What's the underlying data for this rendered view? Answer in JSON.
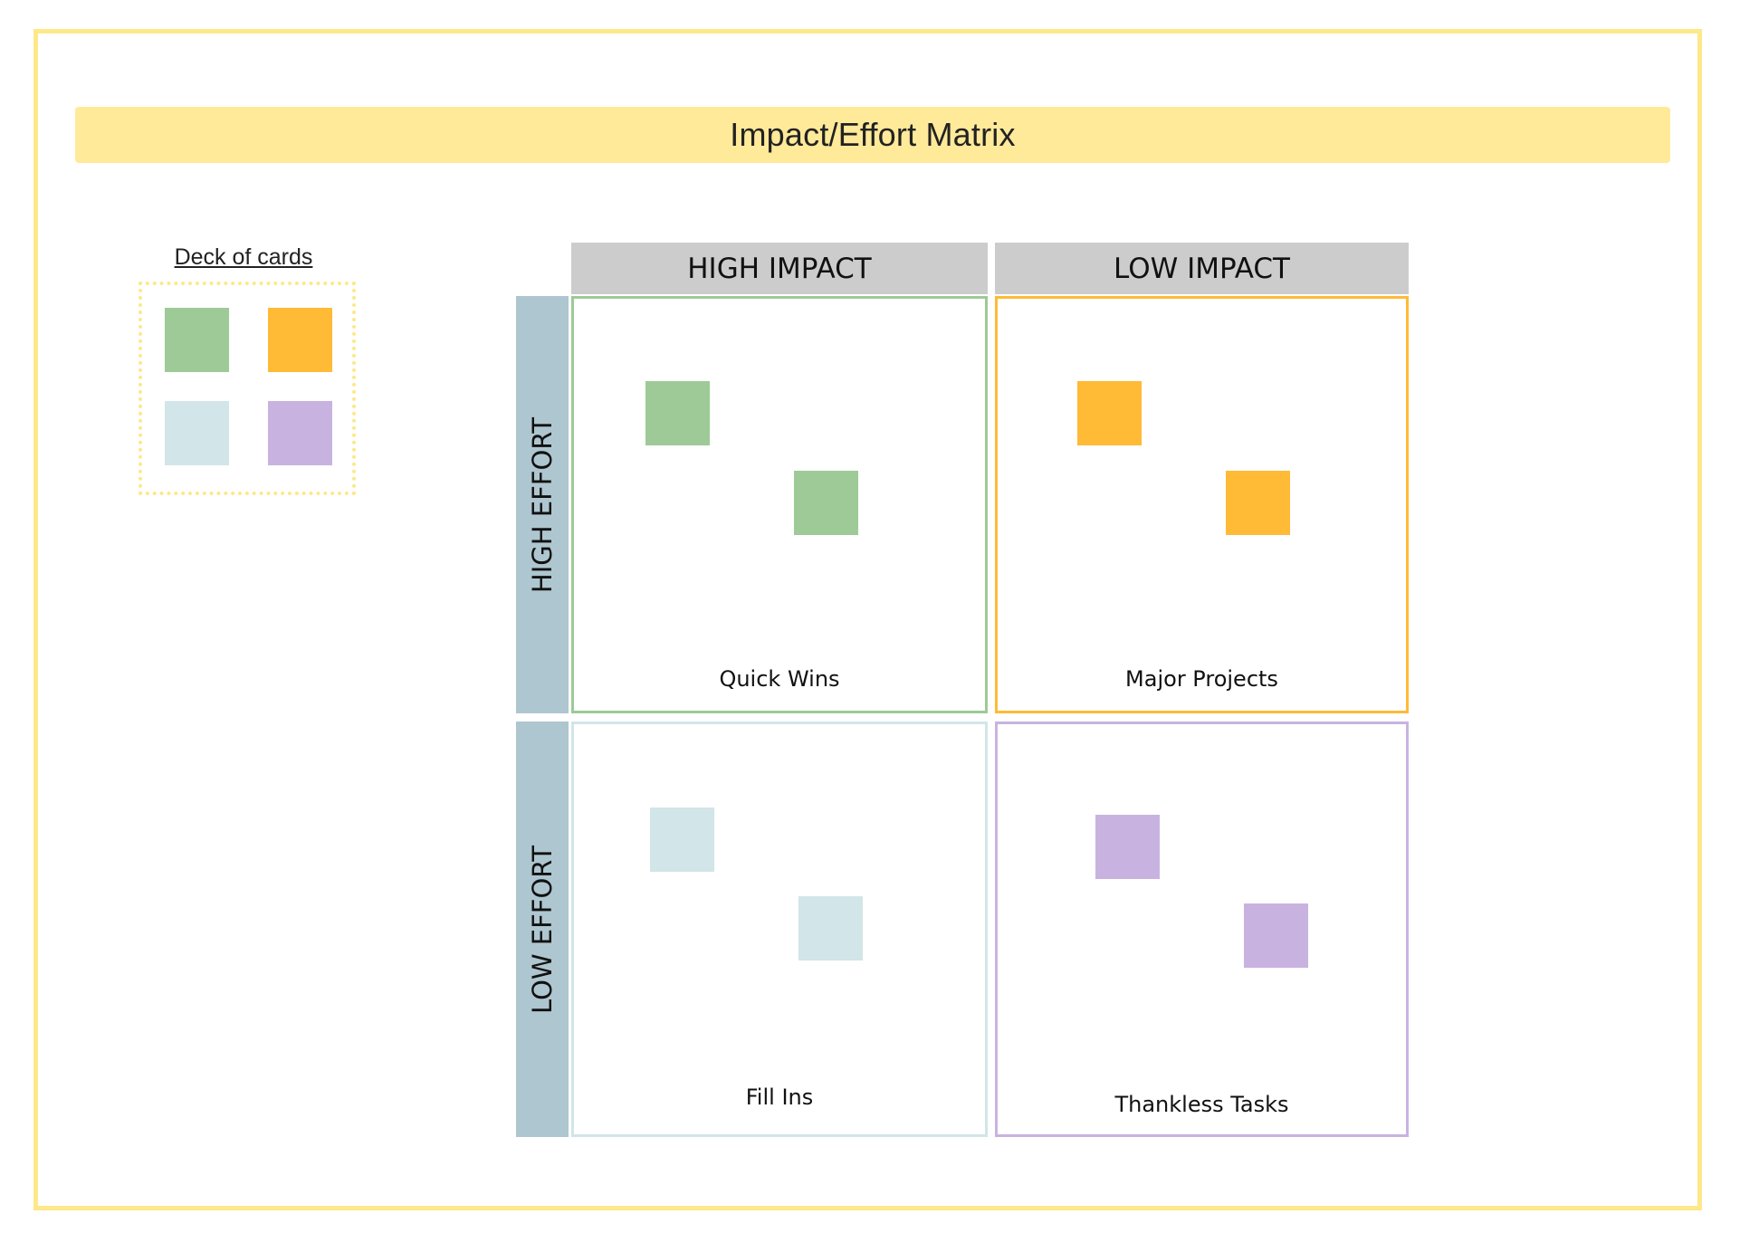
{
  "title": "Impact/Effort Matrix",
  "colors": {
    "frame_border": "#fde88a",
    "title_background": "#ffea9a",
    "header_gray": "#cccccc",
    "row_header_blue": "#aec6d0",
    "green": "#9dca96",
    "orange": "#ffba36",
    "light_blue": "#d2e5e8",
    "purple": "#c8b3e0"
  },
  "deck": {
    "label": "Deck of cards",
    "cards": [
      {
        "color": "#9dca96"
      },
      {
        "color": "#ffba36"
      },
      {
        "color": "#d2e5e8"
      },
      {
        "color": "#c8b3e0"
      }
    ]
  },
  "matrix": {
    "columns": [
      {
        "label": "HIGH IMPACT"
      },
      {
        "label": "LOW IMPACT"
      }
    ],
    "rows": [
      {
        "label": "HIGH EFFORT"
      },
      {
        "label": "LOW EFFORT"
      }
    ],
    "quadrants": [
      {
        "label": "Quick Wins",
        "color": "#9dca96",
        "note_count": 2
      },
      {
        "label": "Major Projects",
        "color": "#ffba36",
        "note_count": 2
      },
      {
        "label": "Fill Ins",
        "color": "#d2e5e8",
        "note_count": 2
      },
      {
        "label": "Thankless Tasks",
        "color": "#c8b3e0",
        "note_count": 2
      }
    ]
  }
}
